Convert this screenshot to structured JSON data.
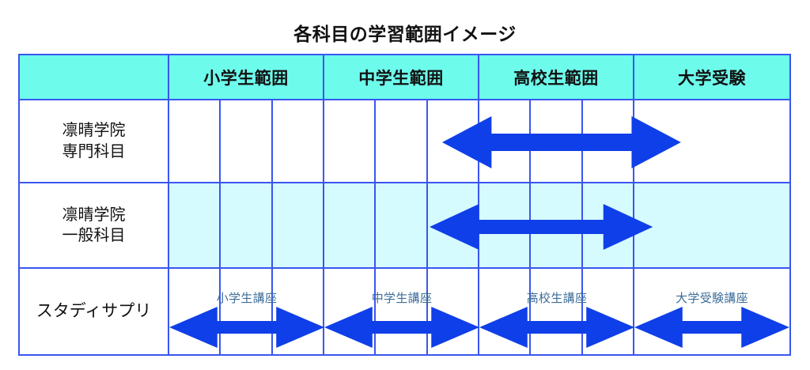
{
  "title": "各科目の学習範囲イメージ",
  "colors": {
    "header_fill": "#6dfbec",
    "grid_line": "#3a56f0",
    "arrow_blue": "#0f3fe8",
    "row2_fill": "#d6fbff",
    "sublabel_text": "#3c6e99",
    "title_text": "#111111"
  },
  "table": {
    "corner_label": "",
    "column_groups": [
      {
        "key": "elementary",
        "label": "小学生範囲",
        "subcells": 3
      },
      {
        "key": "juniorhigh",
        "label": "中学生範囲",
        "subcells": 3
      },
      {
        "key": "highschool",
        "label": "高校生範囲",
        "subcells": 3
      },
      {
        "key": "univ_exam",
        "label": "大学受験",
        "subcells": 1
      }
    ],
    "rows": [
      {
        "key": "rinsei-specialized",
        "label": "凛晴学院\n専門科目",
        "shaded": false,
        "arrows": [
          {
            "name": "arrow-specialized",
            "start_pct": 44.0,
            "end_pct": 82.5,
            "thickness": "thick"
          }
        ],
        "sublabels": []
      },
      {
        "key": "rinsei-general",
        "label": "凛晴学院\n一般科目",
        "shaded": true,
        "arrows": [
          {
            "name": "arrow-general",
            "start_pct": 42.0,
            "end_pct": 78.0,
            "thickness": "medium"
          }
        ],
        "sublabels": []
      },
      {
        "key": "studysapuri",
        "label": "スタディサプリ",
        "shaded": false,
        "arrows": [
          {
            "name": "arrow-elementary-course",
            "start_pct": 0.0,
            "end_pct": 25.0,
            "thickness": "medium"
          },
          {
            "name": "arrow-juniorhigh-course",
            "start_pct": 25.0,
            "end_pct": 50.0,
            "thickness": "medium"
          },
          {
            "name": "arrow-highschool-course",
            "start_pct": 50.0,
            "end_pct": 75.0,
            "thickness": "medium"
          },
          {
            "name": "arrow-univexam-course",
            "start_pct": 75.0,
            "end_pct": 100.0,
            "thickness": "medium"
          }
        ],
        "sublabels": [
          {
            "text": "小学生講座",
            "center_pct": 12.5
          },
          {
            "text": "中学生講座",
            "center_pct": 37.5
          },
          {
            "text": "高校生講座",
            "center_pct": 62.5
          },
          {
            "text": "大学受験講座",
            "center_pct": 87.5
          }
        ]
      }
    ]
  }
}
